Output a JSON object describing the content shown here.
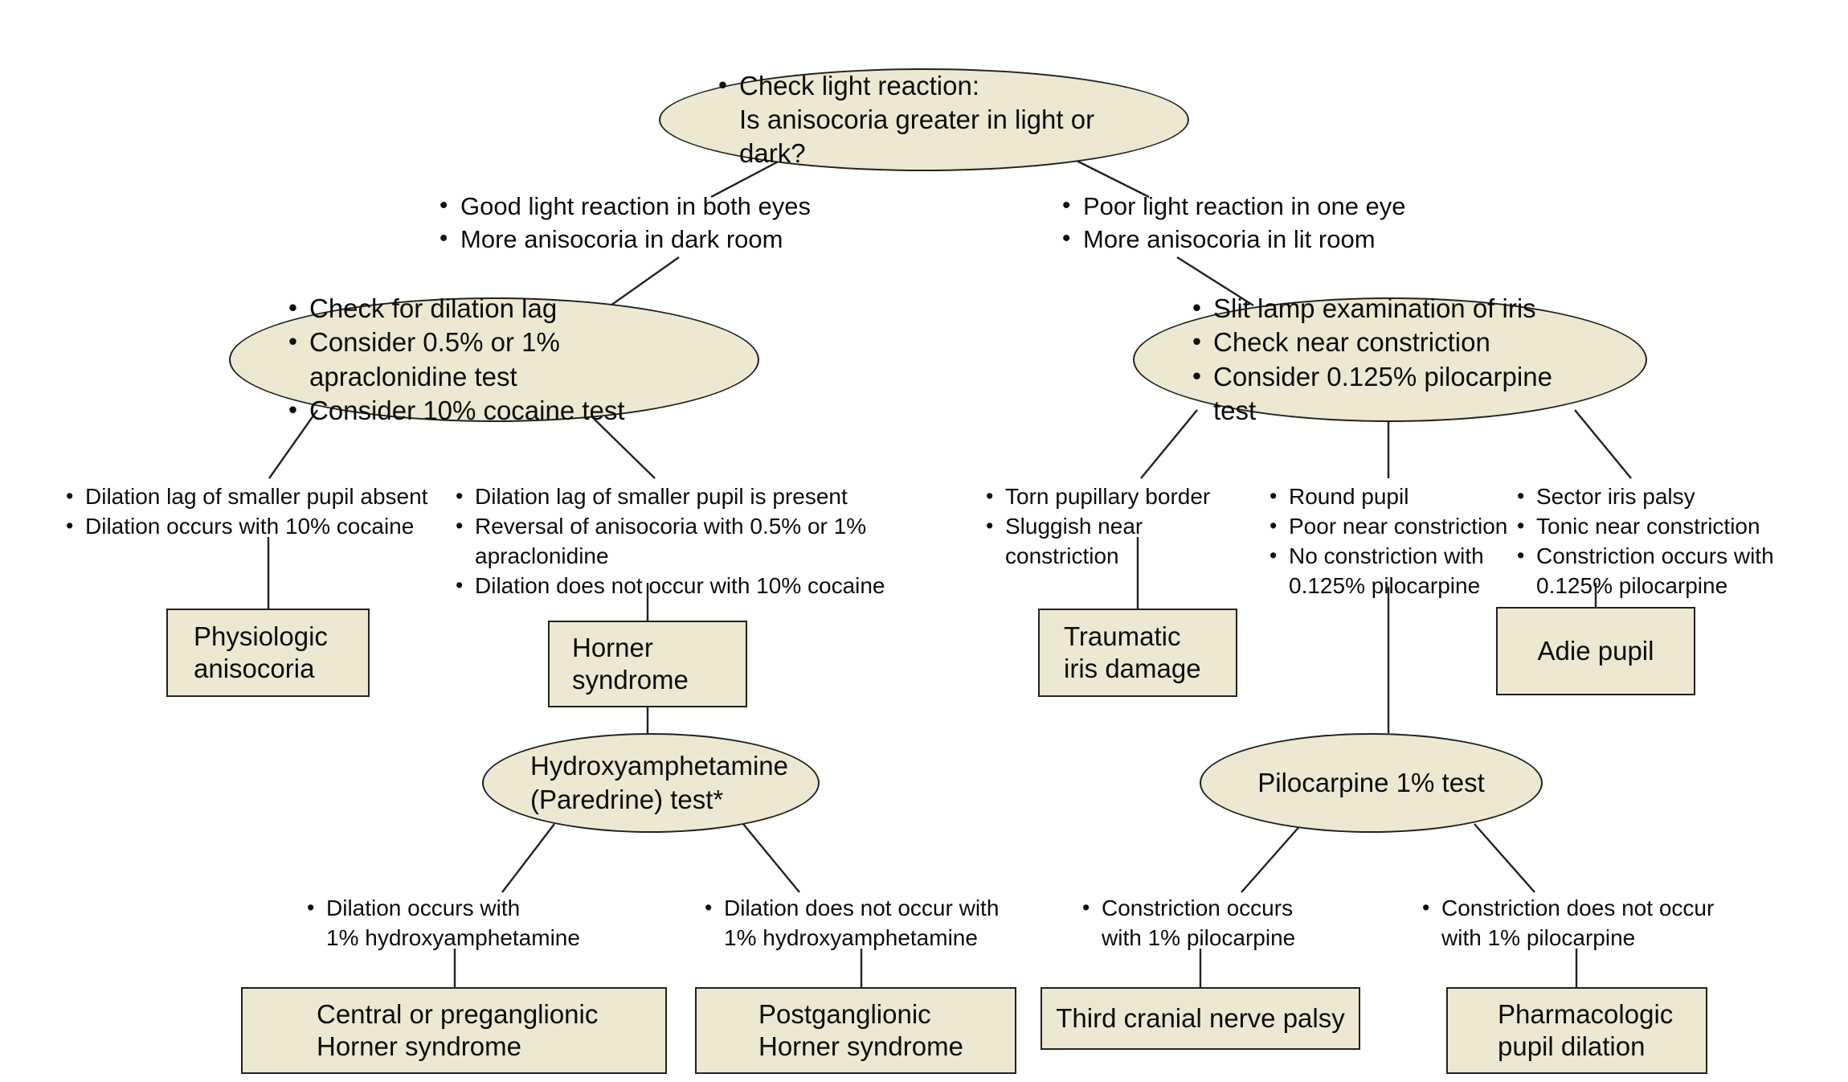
{
  "diagram": {
    "title": "Anisocoria diagnostic algorithm",
    "palette": {
      "node_fill": "#ece8d2",
      "node_stroke": "#22211c",
      "text": "#0d0d0d",
      "background": "#ffffff"
    },
    "nodes": {
      "root_test": {
        "shape": "ellipse",
        "bullets": [
          "Check light reaction:\nIs anisocoria greater in light or dark?"
        ]
      },
      "branch_left_label": {
        "shape": "text",
        "bullets": [
          "Good light reaction in both eyes",
          "More anisocoria in dark room"
        ]
      },
      "branch_right_label": {
        "shape": "text",
        "bullets": [
          "Poor light reaction in one eye",
          "More anisocoria in lit room"
        ]
      },
      "left_test": {
        "shape": "ellipse",
        "bullets": [
          "Check for dilation lag",
          "Consider 0.5% or 1% apraclonidine test",
          "Consider 10% cocaine test"
        ]
      },
      "right_test": {
        "shape": "ellipse",
        "bullets": [
          "Slit lamp examination of iris",
          "Check near constriction",
          "Consider 0.125% pilocarpine test"
        ]
      },
      "left_branch_a_label": {
        "shape": "text",
        "bullets": [
          "Dilation lag of smaller pupil absent",
          "Dilation occurs with 10% cocaine"
        ]
      },
      "left_branch_b_label": {
        "shape": "text",
        "bullets": [
          "Dilation lag of smaller pupil is present",
          "Reversal of anisocoria with 0.5% or 1%\napraclonidine",
          "Dilation does not occur with 10% cocaine"
        ]
      },
      "right_branch_a_label": {
        "shape": "text",
        "bullets": [
          "Torn pupillary border",
          "Sluggish near constriction"
        ]
      },
      "right_branch_b_label": {
        "shape": "text",
        "bullets": [
          "Round pupil",
          "Poor near constriction",
          "No constriction with\n0.125% pilocarpine"
        ]
      },
      "right_branch_c_label": {
        "shape": "text",
        "bullets": [
          "Sector iris palsy",
          "Tonic near constriction",
          "Constriction occurs with\n0.125% pilocarpine"
        ]
      },
      "physiologic_anisocoria": {
        "shape": "rect",
        "text": "Physiologic\nanisocoria"
      },
      "horner_syndrome": {
        "shape": "rect",
        "text": "Horner\nsyndrome"
      },
      "traumatic_iris_damage": {
        "shape": "rect",
        "text": "Traumatic\niris damage"
      },
      "adie_pupil": {
        "shape": "rect",
        "text": "Adie pupil"
      },
      "hydroxyamphetamine_test": {
        "shape": "ellipse",
        "text": "Hydroxyamphetamine\n(Paredrine) test*"
      },
      "pilocarpine_test": {
        "shape": "ellipse",
        "text": "Pilocarpine 1% test"
      },
      "hydroxy_left_label": {
        "shape": "text",
        "bullets": [
          "Dilation occurs with\n1% hydroxyamphetamine"
        ]
      },
      "hydroxy_right_label": {
        "shape": "text",
        "bullets": [
          "Dilation does not occur with\n1% hydroxyamphetamine"
        ]
      },
      "pilo_left_label": {
        "shape": "text",
        "bullets": [
          "Constriction occurs\nwith 1% pilocarpine"
        ]
      },
      "pilo_right_label": {
        "shape": "text",
        "bullets": [
          "Constriction does not occur\nwith 1% pilocarpine"
        ]
      },
      "central_preganglionic": {
        "shape": "rect",
        "text": "Central or preganglionic\nHorner syndrome"
      },
      "postganglionic": {
        "shape": "rect",
        "text": "Postganglionic\nHorner syndrome"
      },
      "third_nerve_palsy": {
        "shape": "rect",
        "text": "Third cranial nerve palsy"
      },
      "pharmacologic_dilation": {
        "shape": "rect",
        "text": "Pharmacologic\npupil dilation"
      }
    }
  }
}
